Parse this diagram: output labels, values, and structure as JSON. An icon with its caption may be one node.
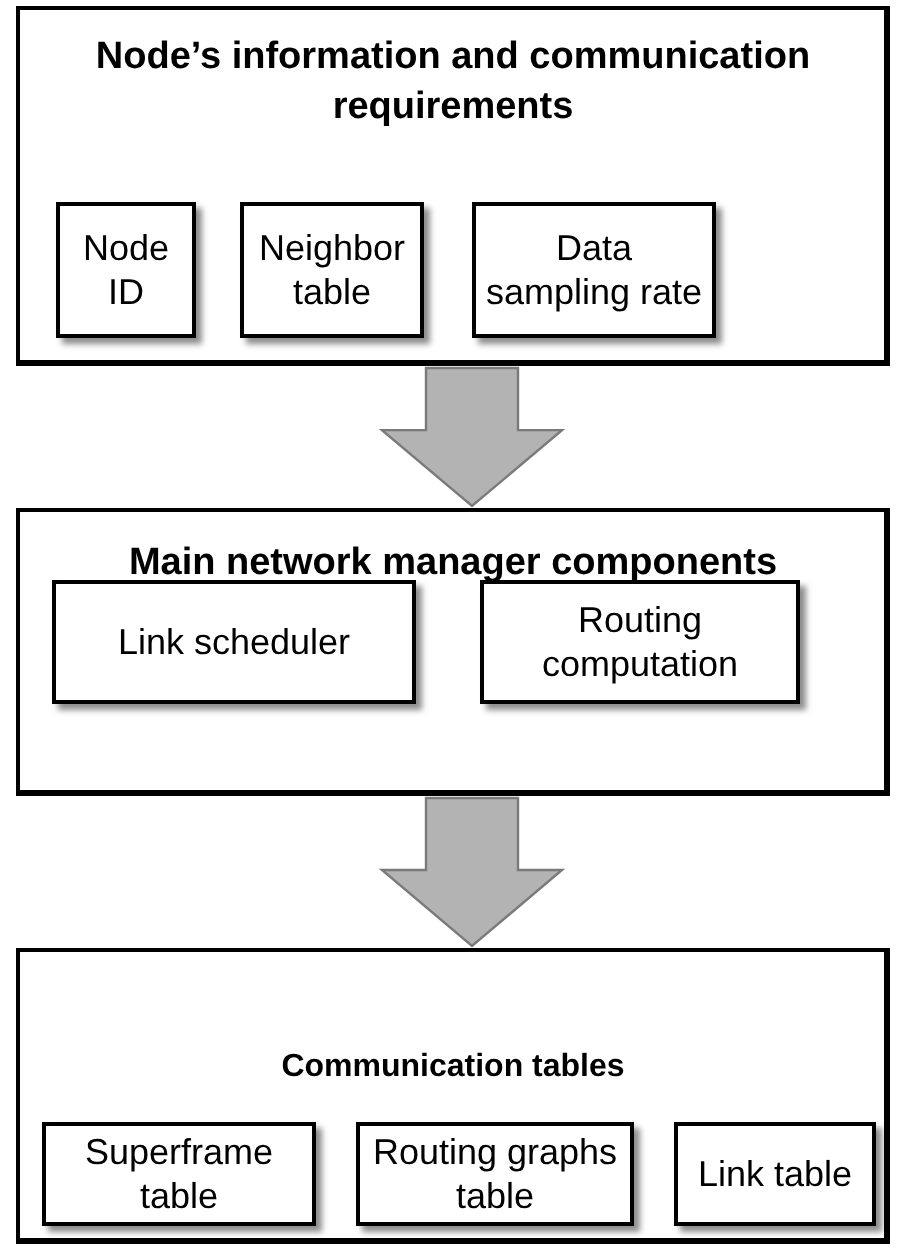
{
  "diagram": {
    "nodes": [
      {
        "text": [
          "Node’s information and communication requirements"
        ]
      },
      {
        "text": [
          "Node ID"
        ],
        "in": 0
      },
      {
        "text": [
          "Neighbor table"
        ],
        "in": 0
      },
      {
        "text": [
          "Data sampling rate"
        ],
        "in": 0
      },
      {
        "text": [
          "Main network manager components"
        ]
      },
      {
        "text": [
          "Link scheduler"
        ],
        "in": 4
      },
      {
        "text": [
          "Routing computation"
        ],
        "in": 4
      },
      {
        "text": [
          "Communication tables"
        ]
      },
      {
        "text": [
          "Superframe table"
        ],
        "in": 7
      },
      {
        "text": [
          "Routing graphs table"
        ],
        "in": 7
      },
      {
        "text": [
          "Link table"
        ],
        "in": 7
      }
    ],
    "edges": [
      {
        "from": 0,
        "to": 4,
        "arrow": "to",
        "style": "thick",
        "color": "#b3b3b3"
      },
      {
        "from": 4,
        "to": 7,
        "arrow": "to",
        "style": "thick",
        "color": "#b3b3b3"
      }
    ]
  }
}
